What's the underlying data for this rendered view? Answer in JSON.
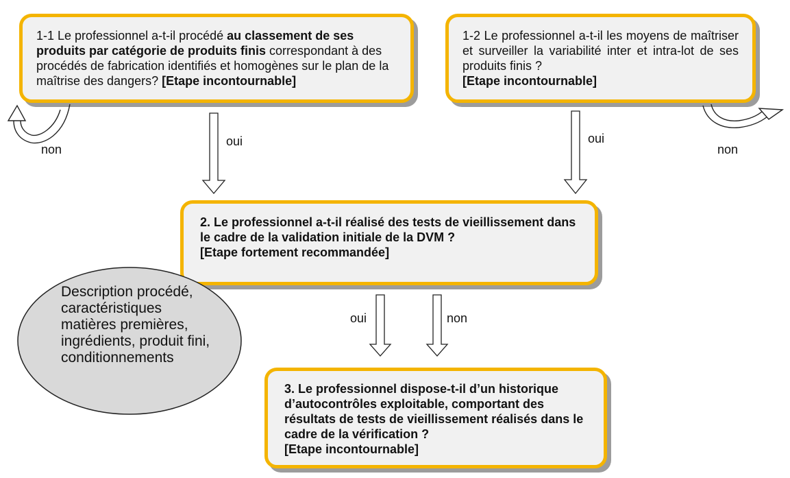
{
  "boxes": {
    "box_1_1": {
      "prefix": "1-1 Le professionnel a-t-il procédé ",
      "bold_part": "au classement de ses produits par catégorie de produits finis",
      "suffix": " correspondant à des procédés de fabrication identifiés et homogènes sur le plan de la maîtrise des dangers? ",
      "step": "[Etape incontournable]"
    },
    "box_1_2": {
      "text": "1-2 Le professionnel a-t-il les moyens de maîtriser et surveiller la variabilité inter et intra-lot de ses produits finis ?",
      "step": "[Etape incontournable]"
    },
    "box_2": {
      "question": "2. Le professionnel a-t-il réalisé des tests de vieillissement dans le cadre de la validation initiale de la DVM ?",
      "step": "[Etape fortement recommandée]"
    },
    "box_3": {
      "question": "3. Le professionnel dispose-t-il d’un historique d’autocontrôles exploitable, comportant des résultats de tests de vieillissement réalisés dans le cadre de la vérification ?",
      "step": "[Etape incontournable]"
    }
  },
  "ellipse": {
    "text": "Description procédé, caractéristiques matières premières, ingrédients, produit fini, conditionnements"
  },
  "labels": {
    "non_left": "non",
    "oui_1_1": "oui",
    "oui_1_2": "oui",
    "non_right": "non",
    "oui_2": "oui",
    "non_2": "non"
  }
}
